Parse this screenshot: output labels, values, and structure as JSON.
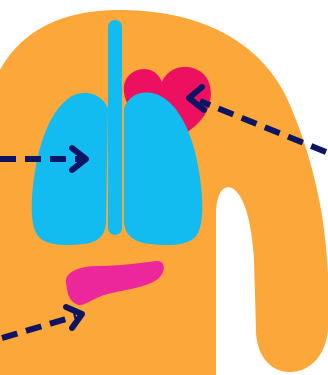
{
  "diagram": {
    "labels": [],
    "parts": {
      "torso": "body-silhouette",
      "lungs": "lungs",
      "trachea": "trachea",
      "heart": "heart",
      "pancreas": "pancreas"
    },
    "pointers": [
      {
        "name": "arrow-to-heart",
        "target": "heart"
      },
      {
        "name": "arrow-to-lungs",
        "target": "lungs"
      },
      {
        "name": "arrow-to-pancreas",
        "target": "pancreas"
      }
    ]
  },
  "colors": {
    "body": "#FBA739",
    "lungs": "#12BCF0",
    "heart": "#EE1060",
    "pancreas": "#EC279B",
    "arrow": "#0C1464",
    "background": "#FFFFFF"
  }
}
